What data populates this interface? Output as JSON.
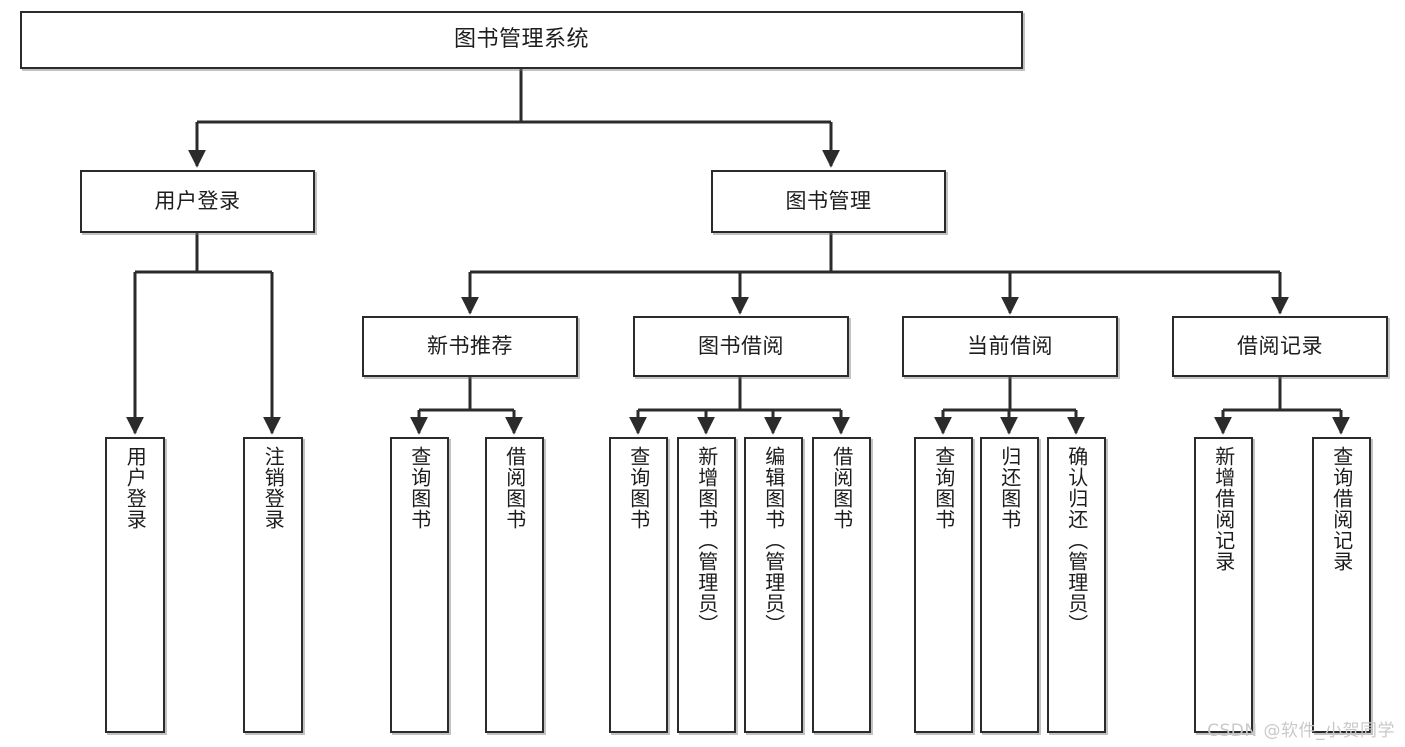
{
  "diagram": {
    "title": "图书管理系统",
    "type": "tree",
    "colors": {
      "box_border": "#2b2b2b",
      "box_fill": "#ffffff",
      "connector": "#2b2b2b",
      "watermark": "#c9c9c9",
      "background": "#ffffff"
    },
    "root": {
      "label": "图书管理系统"
    },
    "level2": [
      {
        "label": "用户登录"
      },
      {
        "label": "图书管理"
      }
    ],
    "level3": [
      {
        "label": "新书推荐"
      },
      {
        "label": "图书借阅"
      },
      {
        "label": "当前借阅"
      },
      {
        "label": "借阅记录"
      }
    ],
    "leaves": {
      "user_login": [
        {
          "label": "用户登录"
        },
        {
          "label": "注销登录"
        }
      ],
      "new_book_recommend": [
        {
          "label": "查询图书"
        },
        {
          "label": "借阅图书"
        }
      ],
      "book_borrow": [
        {
          "label": "查询图书"
        },
        {
          "label": "新增图书（管理员）"
        },
        {
          "label": "编辑图书（管理员）"
        },
        {
          "label": "借阅图书"
        }
      ],
      "current_borrow": [
        {
          "label": "查询图书"
        },
        {
          "label": "归还图书"
        },
        {
          "label": "确认归还（管理员）"
        }
      ],
      "borrow_record": [
        {
          "label": "新增借阅记录"
        },
        {
          "label": "查询借阅记录"
        }
      ]
    }
  },
  "watermark": {
    "text": "CSDN @软件_小贺同学"
  }
}
